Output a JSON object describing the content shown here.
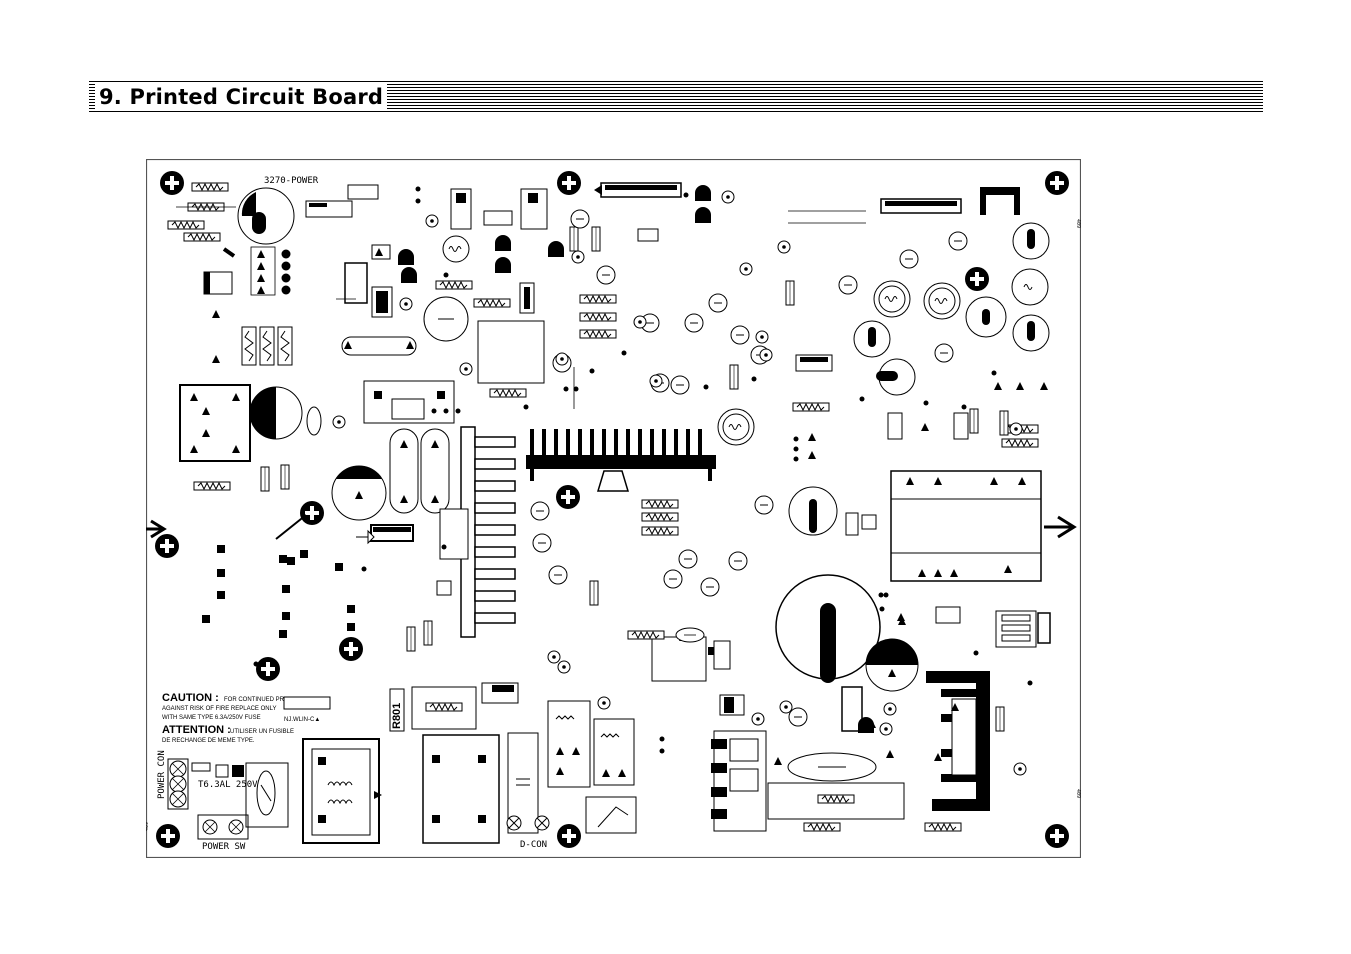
{
  "header": {
    "title": "9. Printed Circuit Board"
  },
  "board": {
    "silk_top_label": "3270-POWER",
    "caution_word": "CAUTION :",
    "caution_text_1": "FOR CONTINUED PROTECTION",
    "caution_text_2": "AGAINST RISK OF FIRE REPLACE ONLY",
    "caution_text_3": "WITH SAME TYPE 6.3A/250V FUSE",
    "attention_word": "ATTENTION :",
    "attention_text_1": "UTILISER UN FUSIBLE",
    "attention_text_2": "DE RECHANGE DE MEME TYPE.",
    "fuse_rating": "T6.3AL 250V",
    "power_conn_label": "POWER CON",
    "power_sw_label": "POWER SW",
    "dcon_label": "D-CON",
    "r801_label": "R801",
    "cert_text": "NJ.WLIN-C▲",
    "side_label": "409"
  },
  "colors": {
    "ink": "#000000",
    "paper": "#ffffff",
    "board_edge": "#555555"
  }
}
